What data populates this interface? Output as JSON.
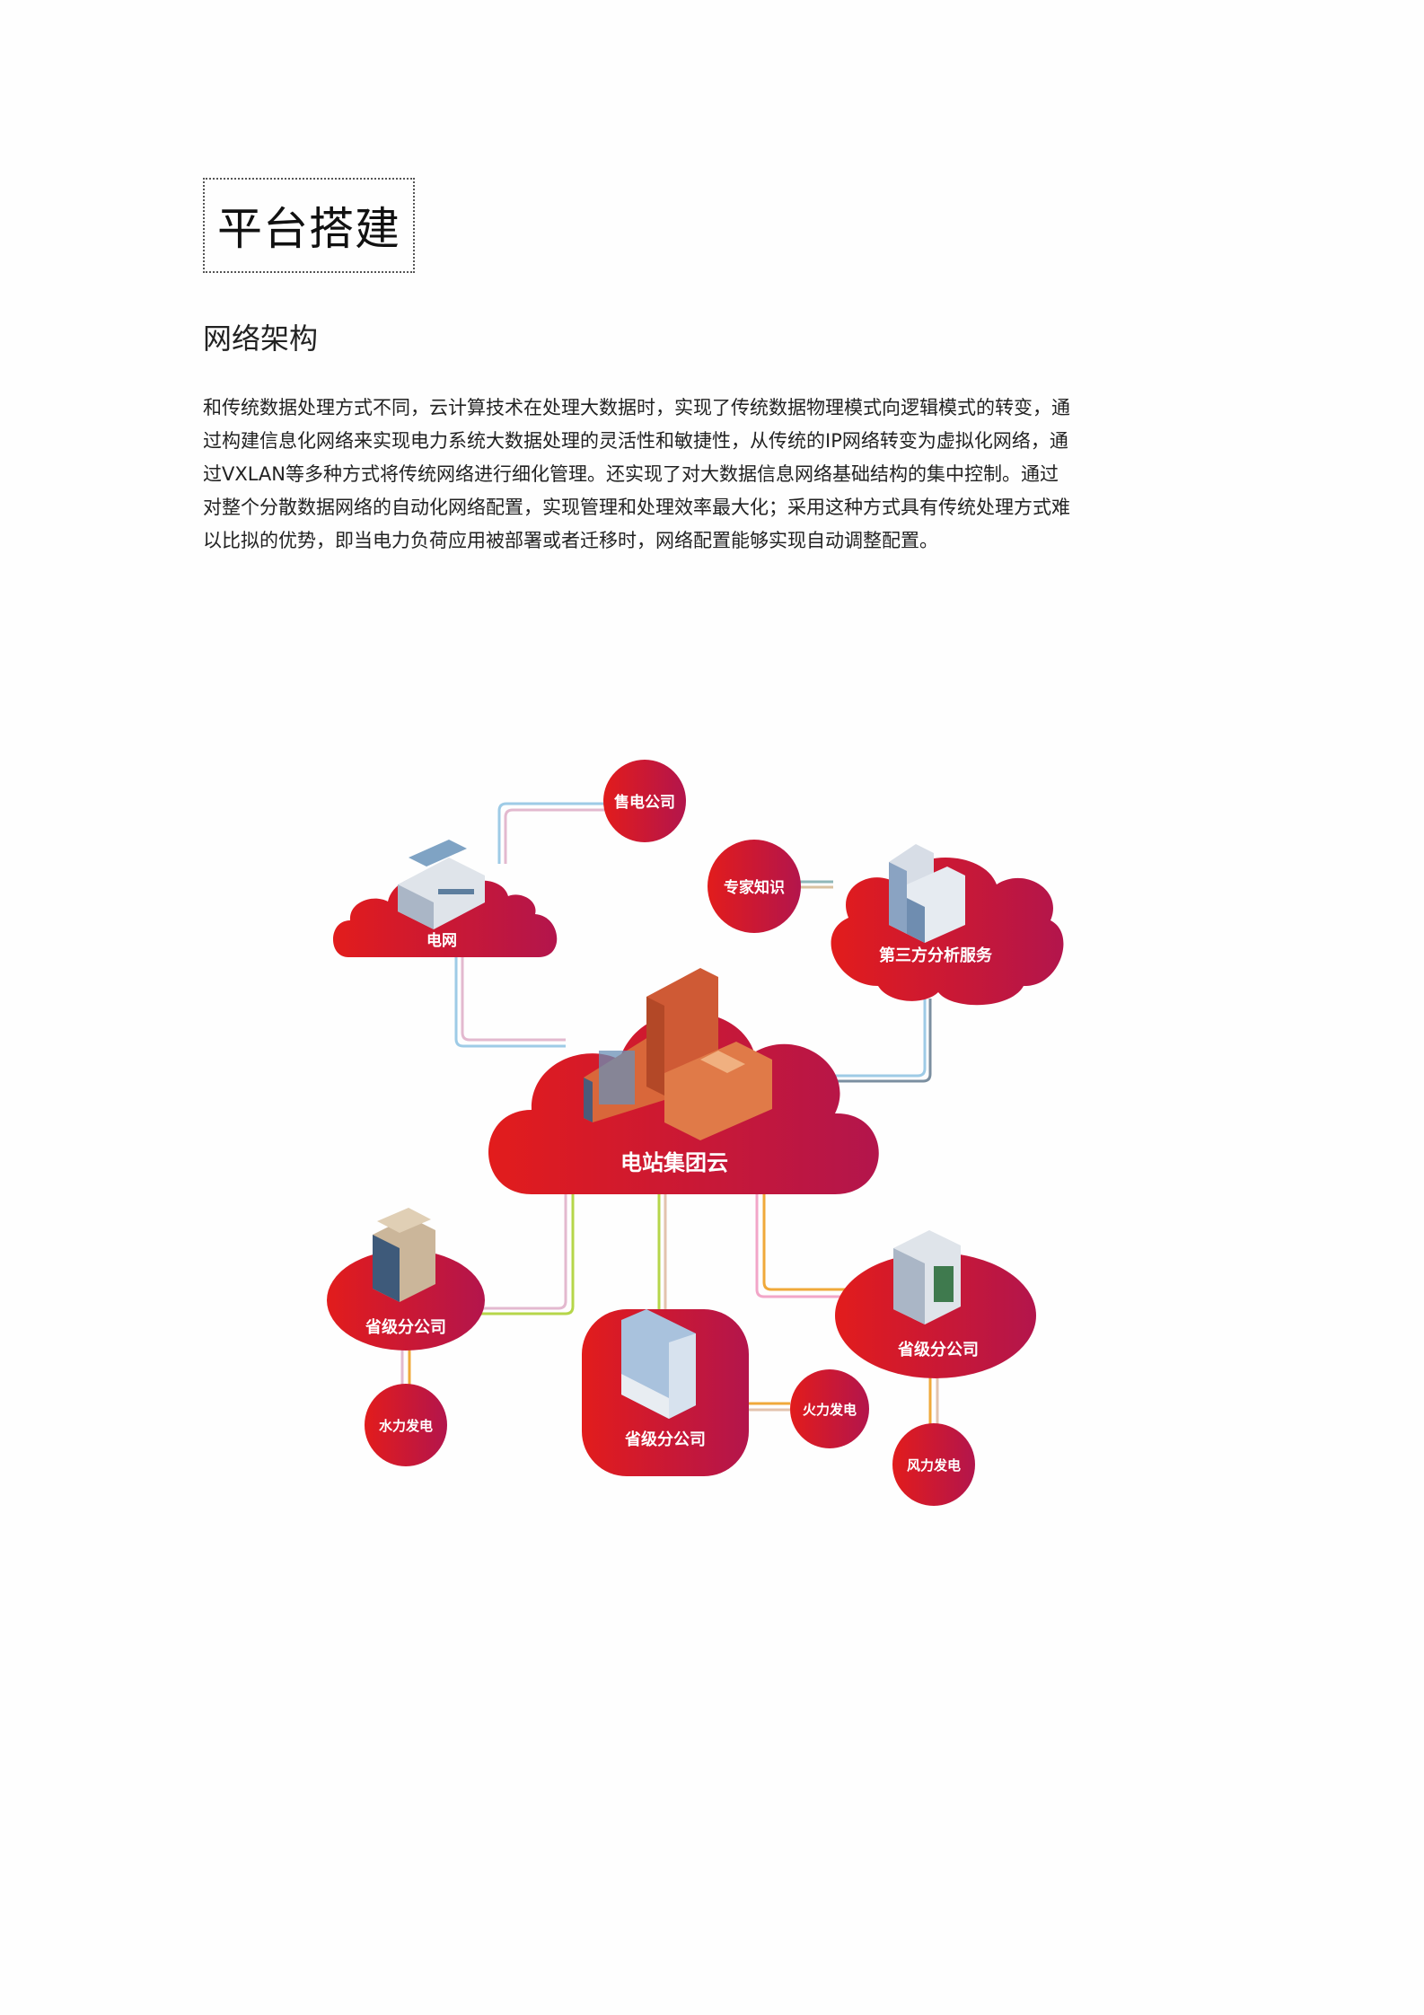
{
  "page": {
    "title": "平台搭建",
    "subtitle": "网络架构",
    "paragraph_lines": [
      "和传统数据处理方式不同，云计算技术在处理大数据时，实现了传统数据物理模式向逻辑模式的转变，通",
      "过构建信息化网络来实现电力系统大数据处理的灵活性和敏捷性，从传统的IP网络转变为虚拟化网络，通",
      "过VXLAN等多种方式将传统网络进行细化管理。还实现了对大数据信息网络基础结构的集中控制。通过",
      "对整个分散数据网络的自动化网络配置，实现管理和处理效率最大化；采用这种方式具有传统处理方式难",
      "以比拟的优势，即当电力负荷应用被部署或者迁移时，网络配置能够实现自动调整配置。"
    ]
  },
  "diagram": {
    "colors": {
      "red_start": "#e21c1c",
      "red_end": "#b3154c"
    },
    "nodes": {
      "center": {
        "label": "电站集团云",
        "icon": "building-cluster-icon"
      },
      "grid": {
        "label": "电网",
        "icon": "power-station-icon"
      },
      "sales": {
        "label": "售电公司"
      },
      "expert": {
        "label": "专家知识"
      },
      "third_party": {
        "label": "第三方分析服务",
        "icon": "office-tower-icon"
      },
      "branch_left": {
        "label": "省级分公司",
        "icon": "office-building-icon"
      },
      "branch_mid": {
        "label": "省级分公司",
        "icon": "glass-building-icon"
      },
      "branch_right": {
        "label": "省级分公司",
        "icon": "office-building-icon"
      },
      "hydro": {
        "label": "水力发电"
      },
      "thermal": {
        "label": "火力发电"
      },
      "wind": {
        "label": "风力发电"
      }
    }
  }
}
